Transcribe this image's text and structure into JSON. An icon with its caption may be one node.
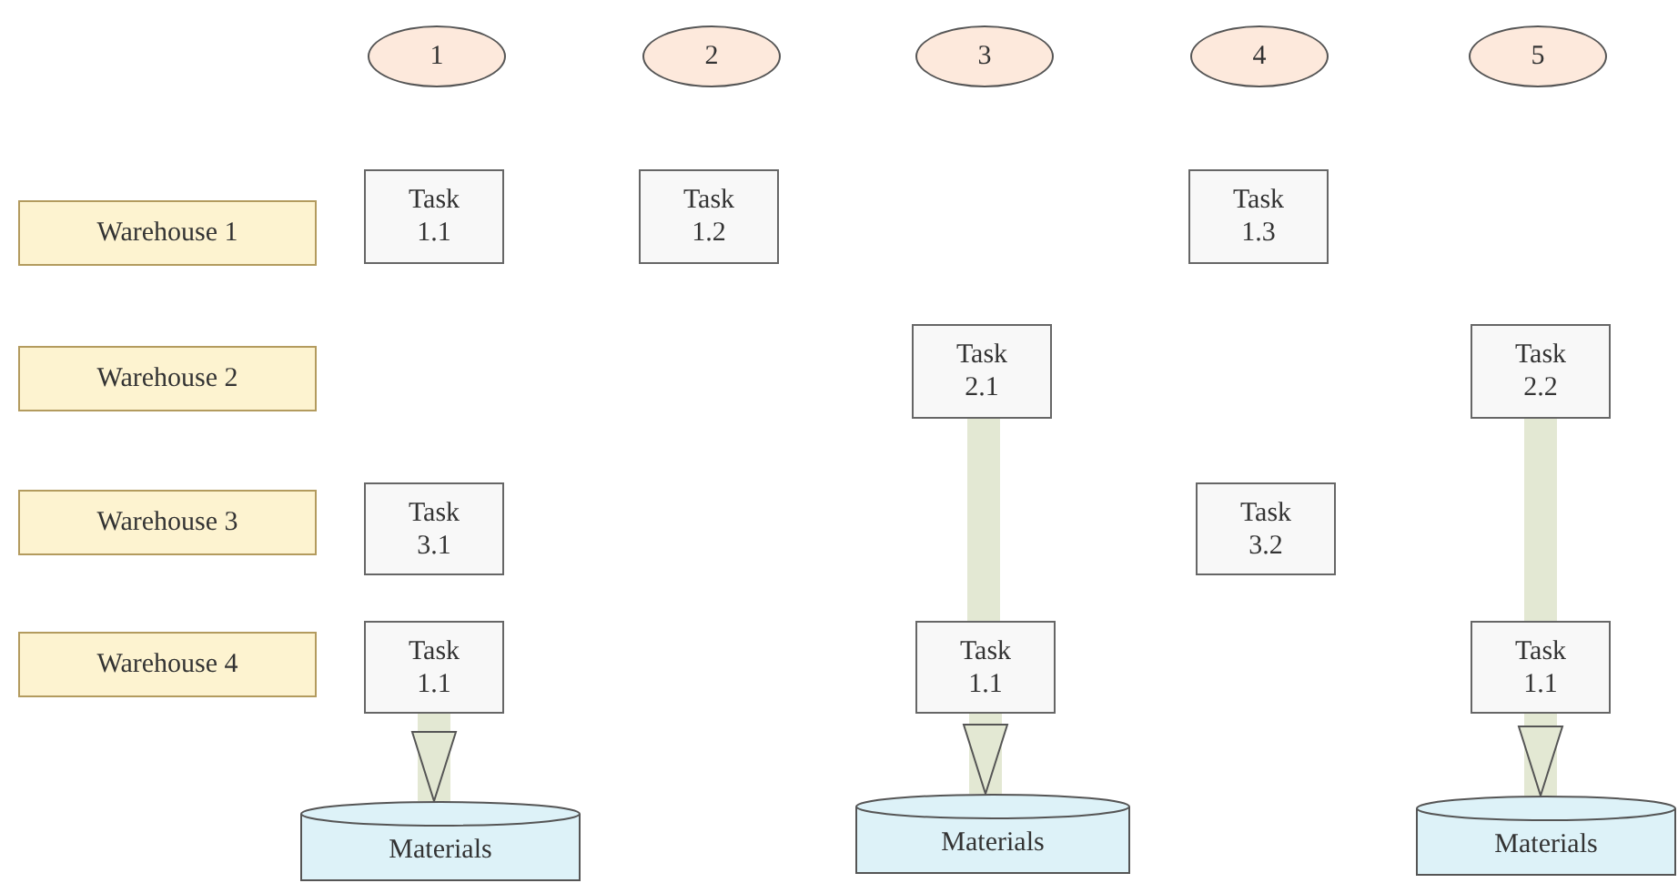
{
  "diagram": {
    "nodes": [
      {
        "text": [
          "1"
        ]
      },
      {
        "text": [
          "2"
        ]
      },
      {
        "text": [
          "3"
        ]
      },
      {
        "text": [
          "4"
        ]
      },
      {
        "text": [
          "5"
        ]
      },
      {
        "text": [
          "Warehouse 1"
        ]
      },
      {
        "text": [
          "Task 1.1"
        ]
      },
      {
        "text": [
          "Task 1.2"
        ]
      },
      {
        "text": [
          "Task 1.3"
        ]
      },
      {
        "text": [
          "Warehouse 2"
        ]
      },
      {
        "text": [
          "Task 2.1"
        ]
      },
      {
        "text": [
          "Task 2.2"
        ]
      },
      {
        "text": [
          "Warehouse 3"
        ]
      },
      {
        "text": [
          "Task 3.1"
        ]
      },
      {
        "text": [
          "Task 3.2"
        ]
      },
      {
        "text": [
          "Warehouse 4"
        ]
      },
      {
        "text": [
          "Task 1.1"
        ]
      },
      {
        "text": [
          "Task 1.1"
        ]
      },
      {
        "text": [
          "Task 1.1"
        ]
      },
      {
        "text": [
          "Materials"
        ]
      },
      {
        "text": [
          "Materials"
        ]
      },
      {
        "text": [
          "Materials"
        ]
      }
    ],
    "edges": [
      {
        "from": 16,
        "to": 19,
        "arrow": "to"
      },
      {
        "from": 10,
        "to": 17,
        "arrow": "none"
      },
      {
        "from": 17,
        "to": 20,
        "arrow": "to"
      },
      {
        "from": 11,
        "to": 18,
        "arrow": "none"
      },
      {
        "from": 18,
        "to": 21,
        "arrow": "to"
      }
    ]
  }
}
